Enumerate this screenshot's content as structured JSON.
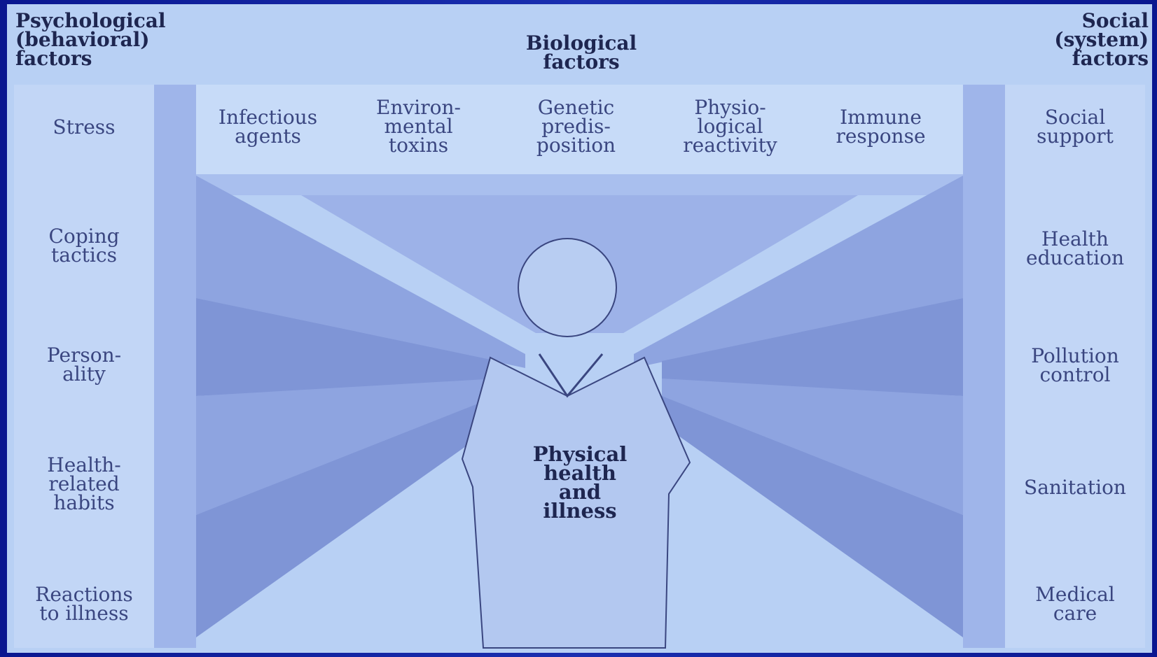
{
  "headers": {
    "psychological": "Psychological\n(behavioral)\nfactors",
    "biological": "Biological\nfactors",
    "social": "Social\n(system)\nfactors"
  },
  "center_label": "Physical\nhealth\nand\nillness",
  "biological_items": [
    "Infectious\nagents",
    "Environ-\nmental\ntoxins",
    "Genetic\npredis-\nposition",
    "Physio-\nlogical\nreactivity",
    "Immune\nresponse"
  ],
  "psychological_items": [
    "Stress",
    "Coping\ntactics",
    "Person-\nality",
    "Health-\nrelated\nhabits",
    "Reactions\nto illness"
  ],
  "social_items": [
    "Social\nsupport",
    "Health\neducation",
    "Pollution\ncontrol",
    "Sanitation",
    "Medical\ncare"
  ],
  "colors": {
    "background": "#b8d0f4",
    "beam": "#8ea4e0",
    "beam_dark": "#7287cc",
    "frame": "#0b1a8c"
  }
}
